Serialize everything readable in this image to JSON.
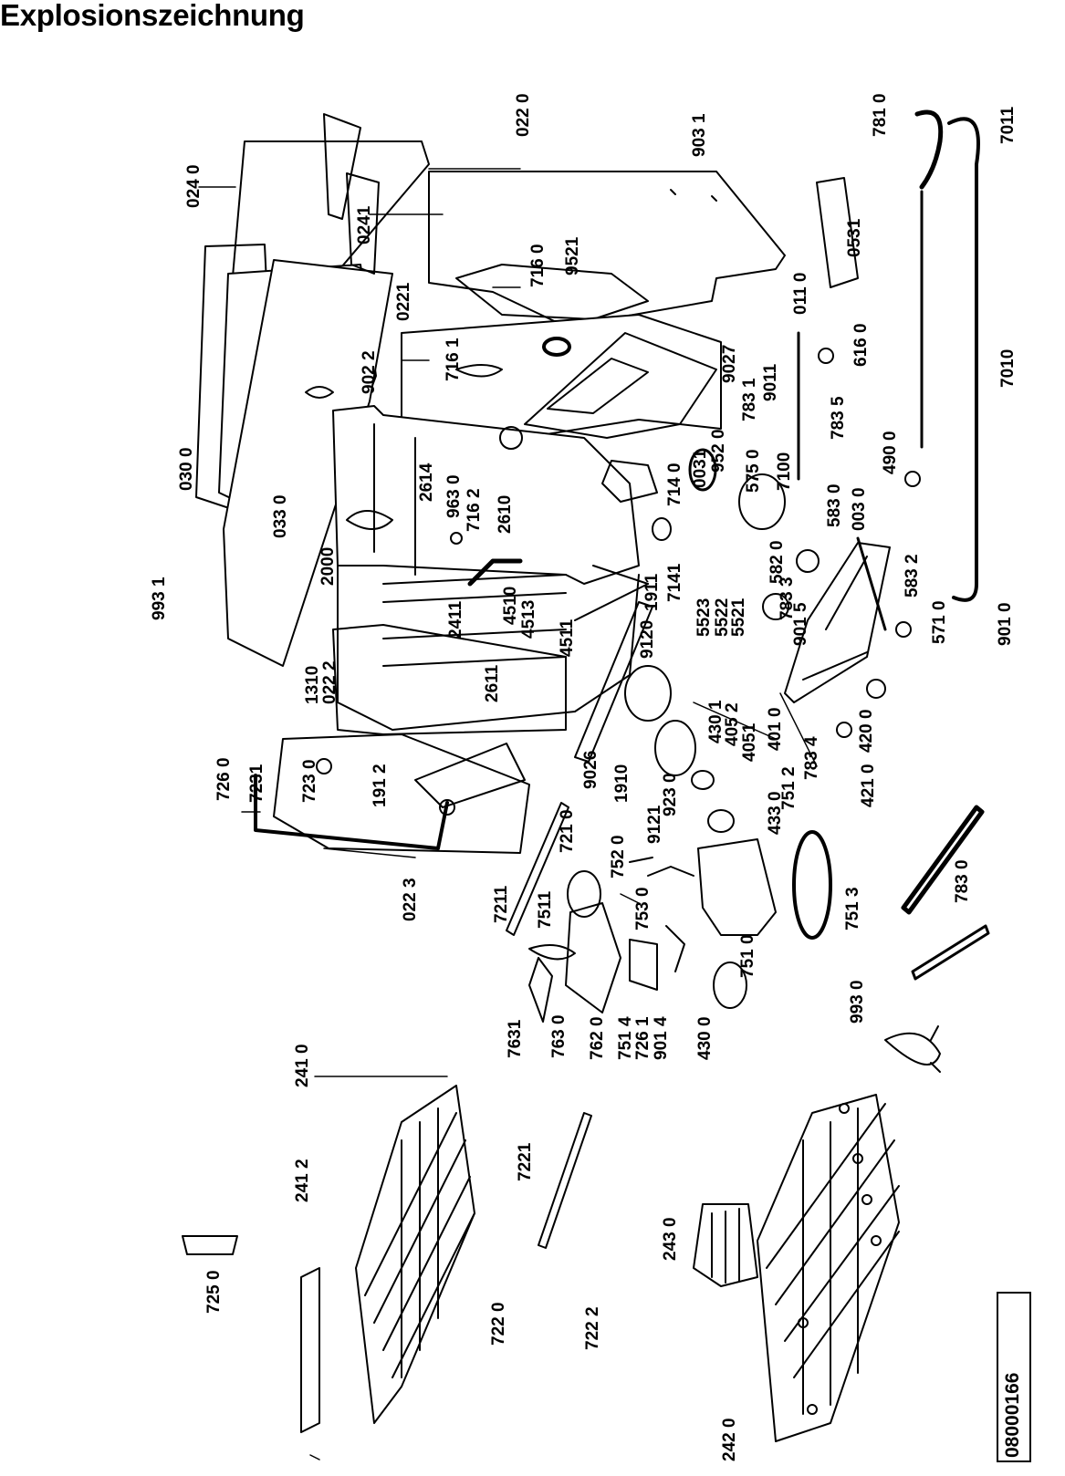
{
  "title": "Explosionszeichnung",
  "doc_number": "08000166",
  "part_labels": [
    "024 0",
    "0241",
    "022 0",
    "903 1",
    "0531",
    "781 0",
    "7011",
    "716 0",
    "9521",
    "0221",
    "902 2",
    "030 0",
    "033 0",
    "716 1",
    "9027",
    "011 0",
    "616 0",
    "783 1",
    "9011",
    "783 5",
    "7010",
    "490 0",
    "2614",
    "963 0",
    "716 2",
    "2610",
    "0031",
    "952 0",
    "575 0",
    "7100",
    "714 0",
    "583 0",
    "003 0",
    "2000",
    "993 1",
    "7141",
    "1911",
    "583 2",
    "582 0",
    "783 3",
    "5523",
    "5522",
    "5521",
    "4510",
    "4513",
    "4511",
    "2411",
    "9120",
    "901 5",
    "571 0",
    "901 0",
    "1310",
    "022 2",
    "2611",
    "430 1",
    "405 2",
    "4051",
    "401 0",
    "783 4",
    "420 0",
    "421 0",
    "726 0",
    "7231",
    "723 0",
    "191 2",
    "9026",
    "1910",
    "923 0",
    "433 0",
    "751 2",
    "9121",
    "721 0",
    "752 0",
    "7211",
    "022 3",
    "7511",
    "753 0",
    "751 3",
    "783 0",
    "751 0",
    "7631",
    "763 0",
    "762 0",
    "751 4",
    "726 1",
    "901 4",
    "430 0",
    "993 0",
    "241 0",
    "241 2",
    "725 0",
    "7221",
    "722 0",
    "722 2",
    "243 0",
    "242 0"
  ]
}
